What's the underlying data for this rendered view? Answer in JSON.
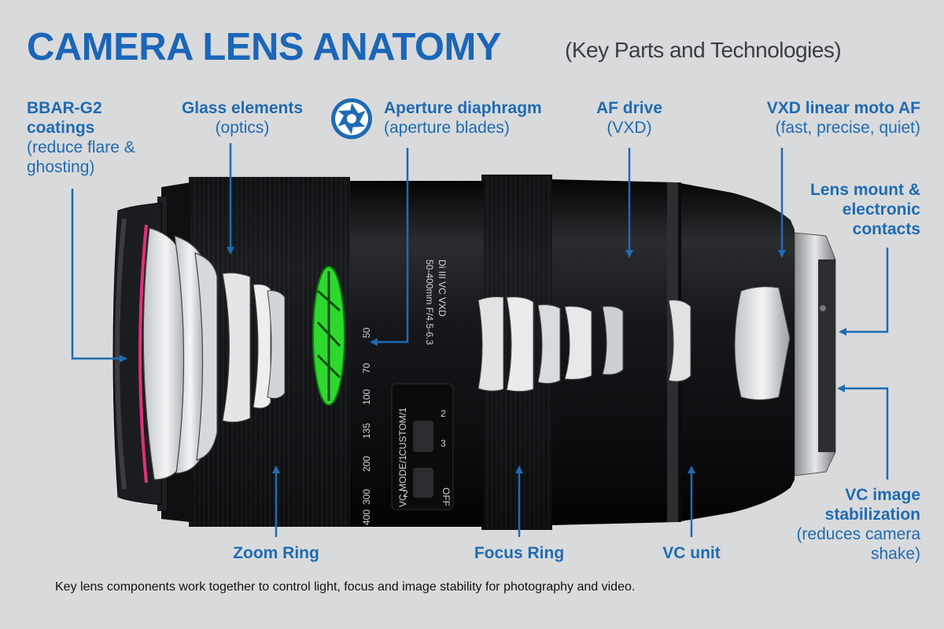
{
  "title": "CAMERA LENS ANATOMY",
  "subtitle": "(Key Parts and Technologies)",
  "caption": "Key lens components work together to control light, focus and image stability for photography and video.",
  "colors": {
    "accent": "#1f6bb3",
    "title": "#1b66b8",
    "lens_body": "#141517",
    "aperture_highlight": "#2fd82f",
    "coating": "#e0307a",
    "background": "#d9dadb"
  },
  "icons": [
    "aperture-icon"
  ],
  "callouts": {
    "bbar": {
      "title": "BBAR-G2 coatings",
      "desc": "(reduce flare & ghosting)"
    },
    "glass": {
      "title": "Glass elements",
      "desc": "(optics)"
    },
    "aperture": {
      "title": "Aperture diaphragm",
      "desc": "(aperture blades)"
    },
    "af_drive": {
      "title": "AF drive",
      "desc": "(VXD)"
    },
    "vxd": {
      "title": "VXD linear moto AF",
      "desc": "(fast, precise, quiet)"
    },
    "mount": {
      "title": "Lens mount & electronic contacts"
    },
    "vc_stab": {
      "title": "VC image stabilization",
      "desc": "(reduces camera shake)"
    },
    "zoom": {
      "title": "Zoom Ring"
    },
    "focus": {
      "title": "Focus Ring"
    },
    "vc_unit": {
      "title": "VC unit"
    }
  },
  "lens_markings": {
    "model": "50-400mm F/4.5-6.3",
    "series": "Di III VC VXD",
    "zoom_scale": [
      "50",
      "70",
      "100",
      "135",
      "200",
      "300",
      "400"
    ],
    "switch_custom": "CUSTOM/1",
    "switch_vc": "VC MODE/1",
    "switch_2": "2",
    "switch_3": "3",
    "switch_off": "OFF",
    "switch_2b": "2"
  }
}
